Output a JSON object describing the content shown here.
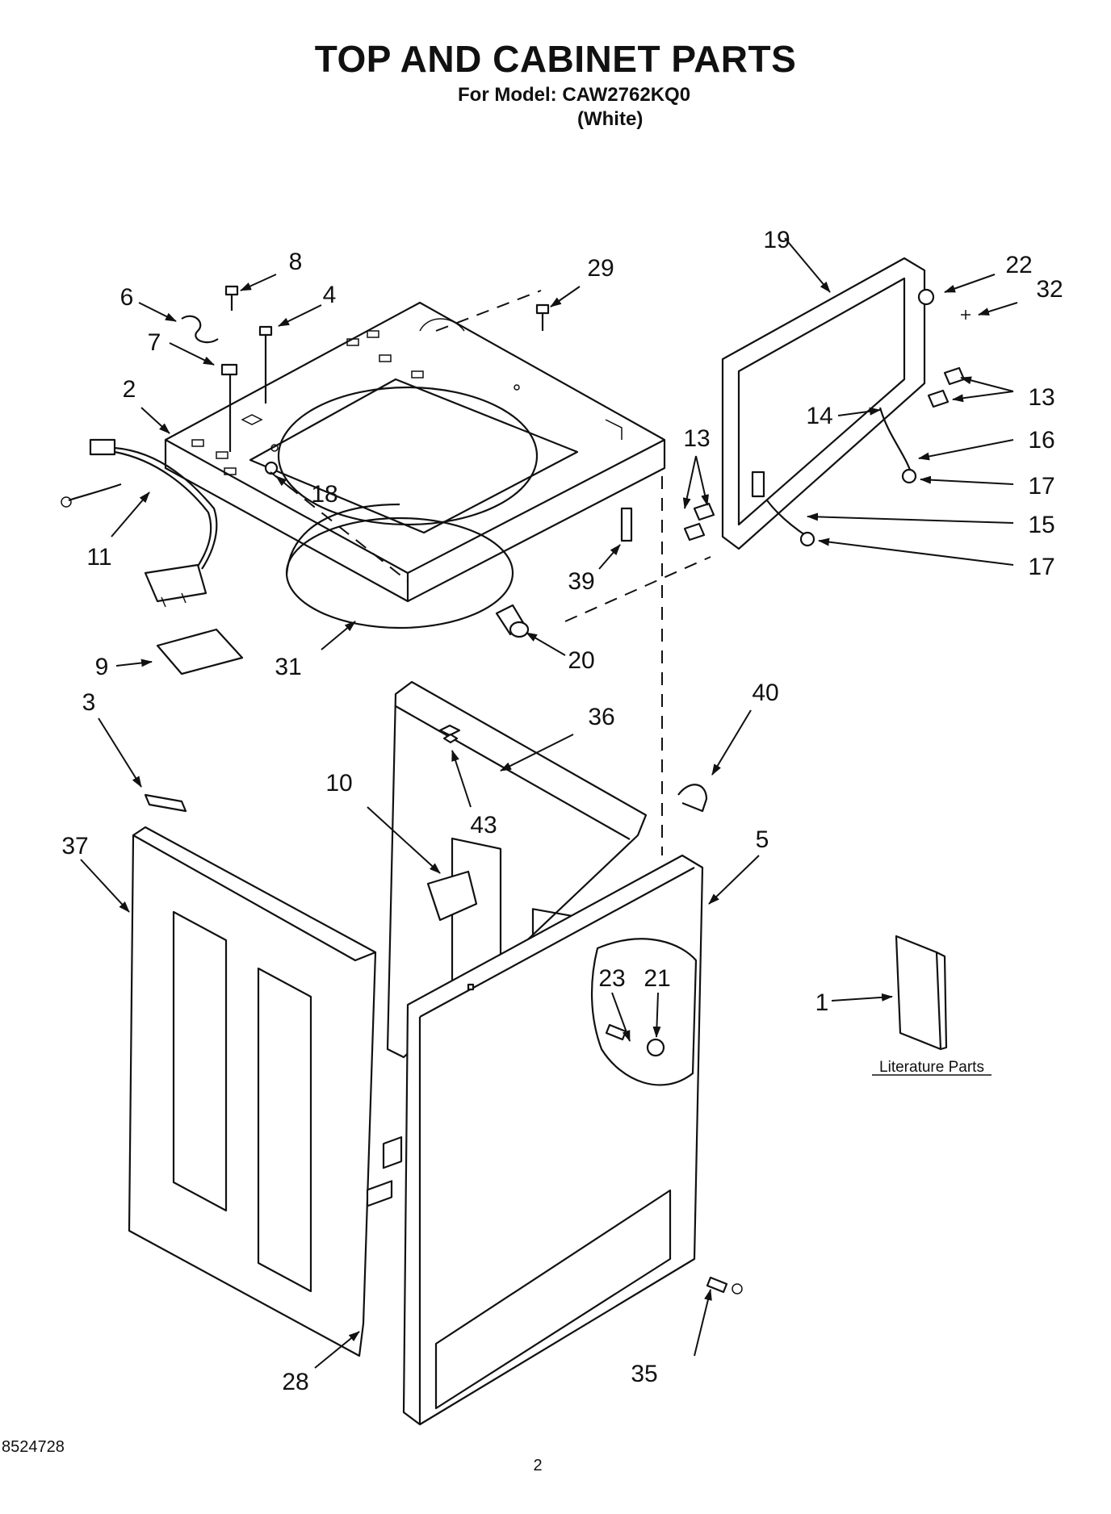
{
  "header": {
    "title": "TOP AND CABINET PARTS",
    "model_line": "For Model: CAW2762KQ0",
    "color_line": "(White)"
  },
  "diagram": {
    "callouts": [
      "1",
      "2",
      "3",
      "4",
      "5",
      "6",
      "7",
      "8",
      "9",
      "10",
      "11",
      "13",
      "13",
      "14",
      "15",
      "16",
      "17",
      "17",
      "18",
      "19",
      "20",
      "21",
      "22",
      "23",
      "28",
      "29",
      "31",
      "32",
      "35",
      "36",
      "37",
      "39",
      "40",
      "43"
    ],
    "literature_caption": "Literature Parts"
  },
  "footer": {
    "doc_number": "8524728",
    "page_number": "2"
  }
}
